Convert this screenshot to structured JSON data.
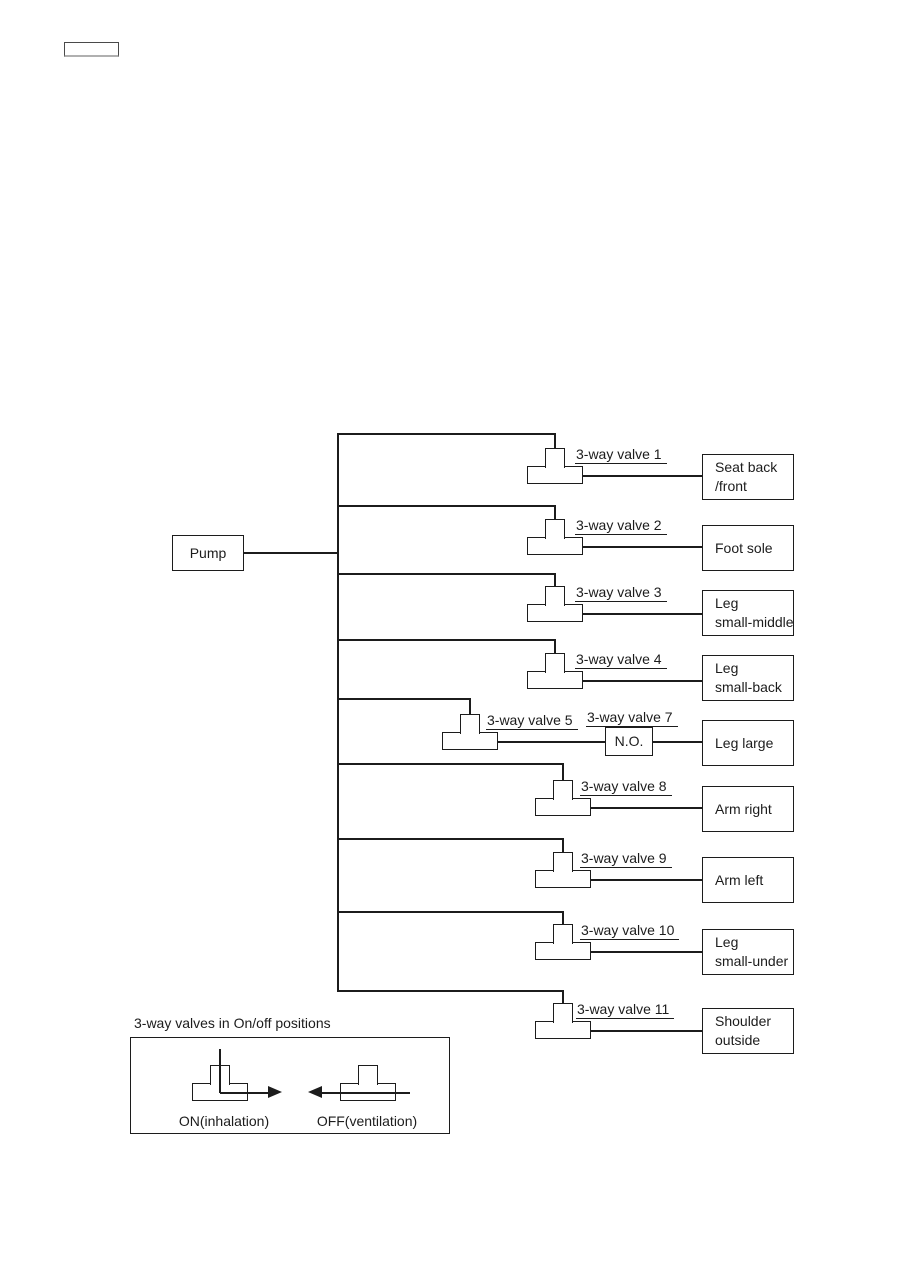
{
  "diagram": {
    "pump_label": "Pump",
    "rows": [
      {
        "valve_label": "3-way valve 1",
        "target_lines": [
          "Seat back",
          "/front"
        ]
      },
      {
        "valve_label": "3-way valve 2",
        "target_lines": [
          "Foot sole"
        ]
      },
      {
        "valve_label": "3-way valve 3",
        "target_lines": [
          "Leg",
          "small-middle"
        ]
      },
      {
        "valve_label": "3-way valve 4",
        "target_lines": [
          "Leg",
          "small-back"
        ]
      },
      {
        "valve_label": "3-way valve 5",
        "secondary_valve_label": "3-way valve 7",
        "secondary_valve_box": "N.O.",
        "target_lines": [
          "Leg large"
        ]
      },
      {
        "valve_label": "3-way valve 8",
        "target_lines": [
          "Arm right"
        ]
      },
      {
        "valve_label": "3-way valve 9",
        "target_lines": [
          "Arm left"
        ]
      },
      {
        "valve_label": "3-way valve 10",
        "target_lines": [
          "Leg",
          "small-under"
        ]
      },
      {
        "valve_label": "3-way valve 11",
        "target_lines": [
          "Shoulder",
          "outside"
        ]
      }
    ],
    "legend": {
      "title": "3-way valves in On/off positions",
      "on_label": "ON(inhalation)",
      "off_label": "OFF(ventilation)"
    },
    "colors": {
      "line": "#1c1c1c",
      "text": "#1c1c1c",
      "background": "#ffffff"
    }
  }
}
